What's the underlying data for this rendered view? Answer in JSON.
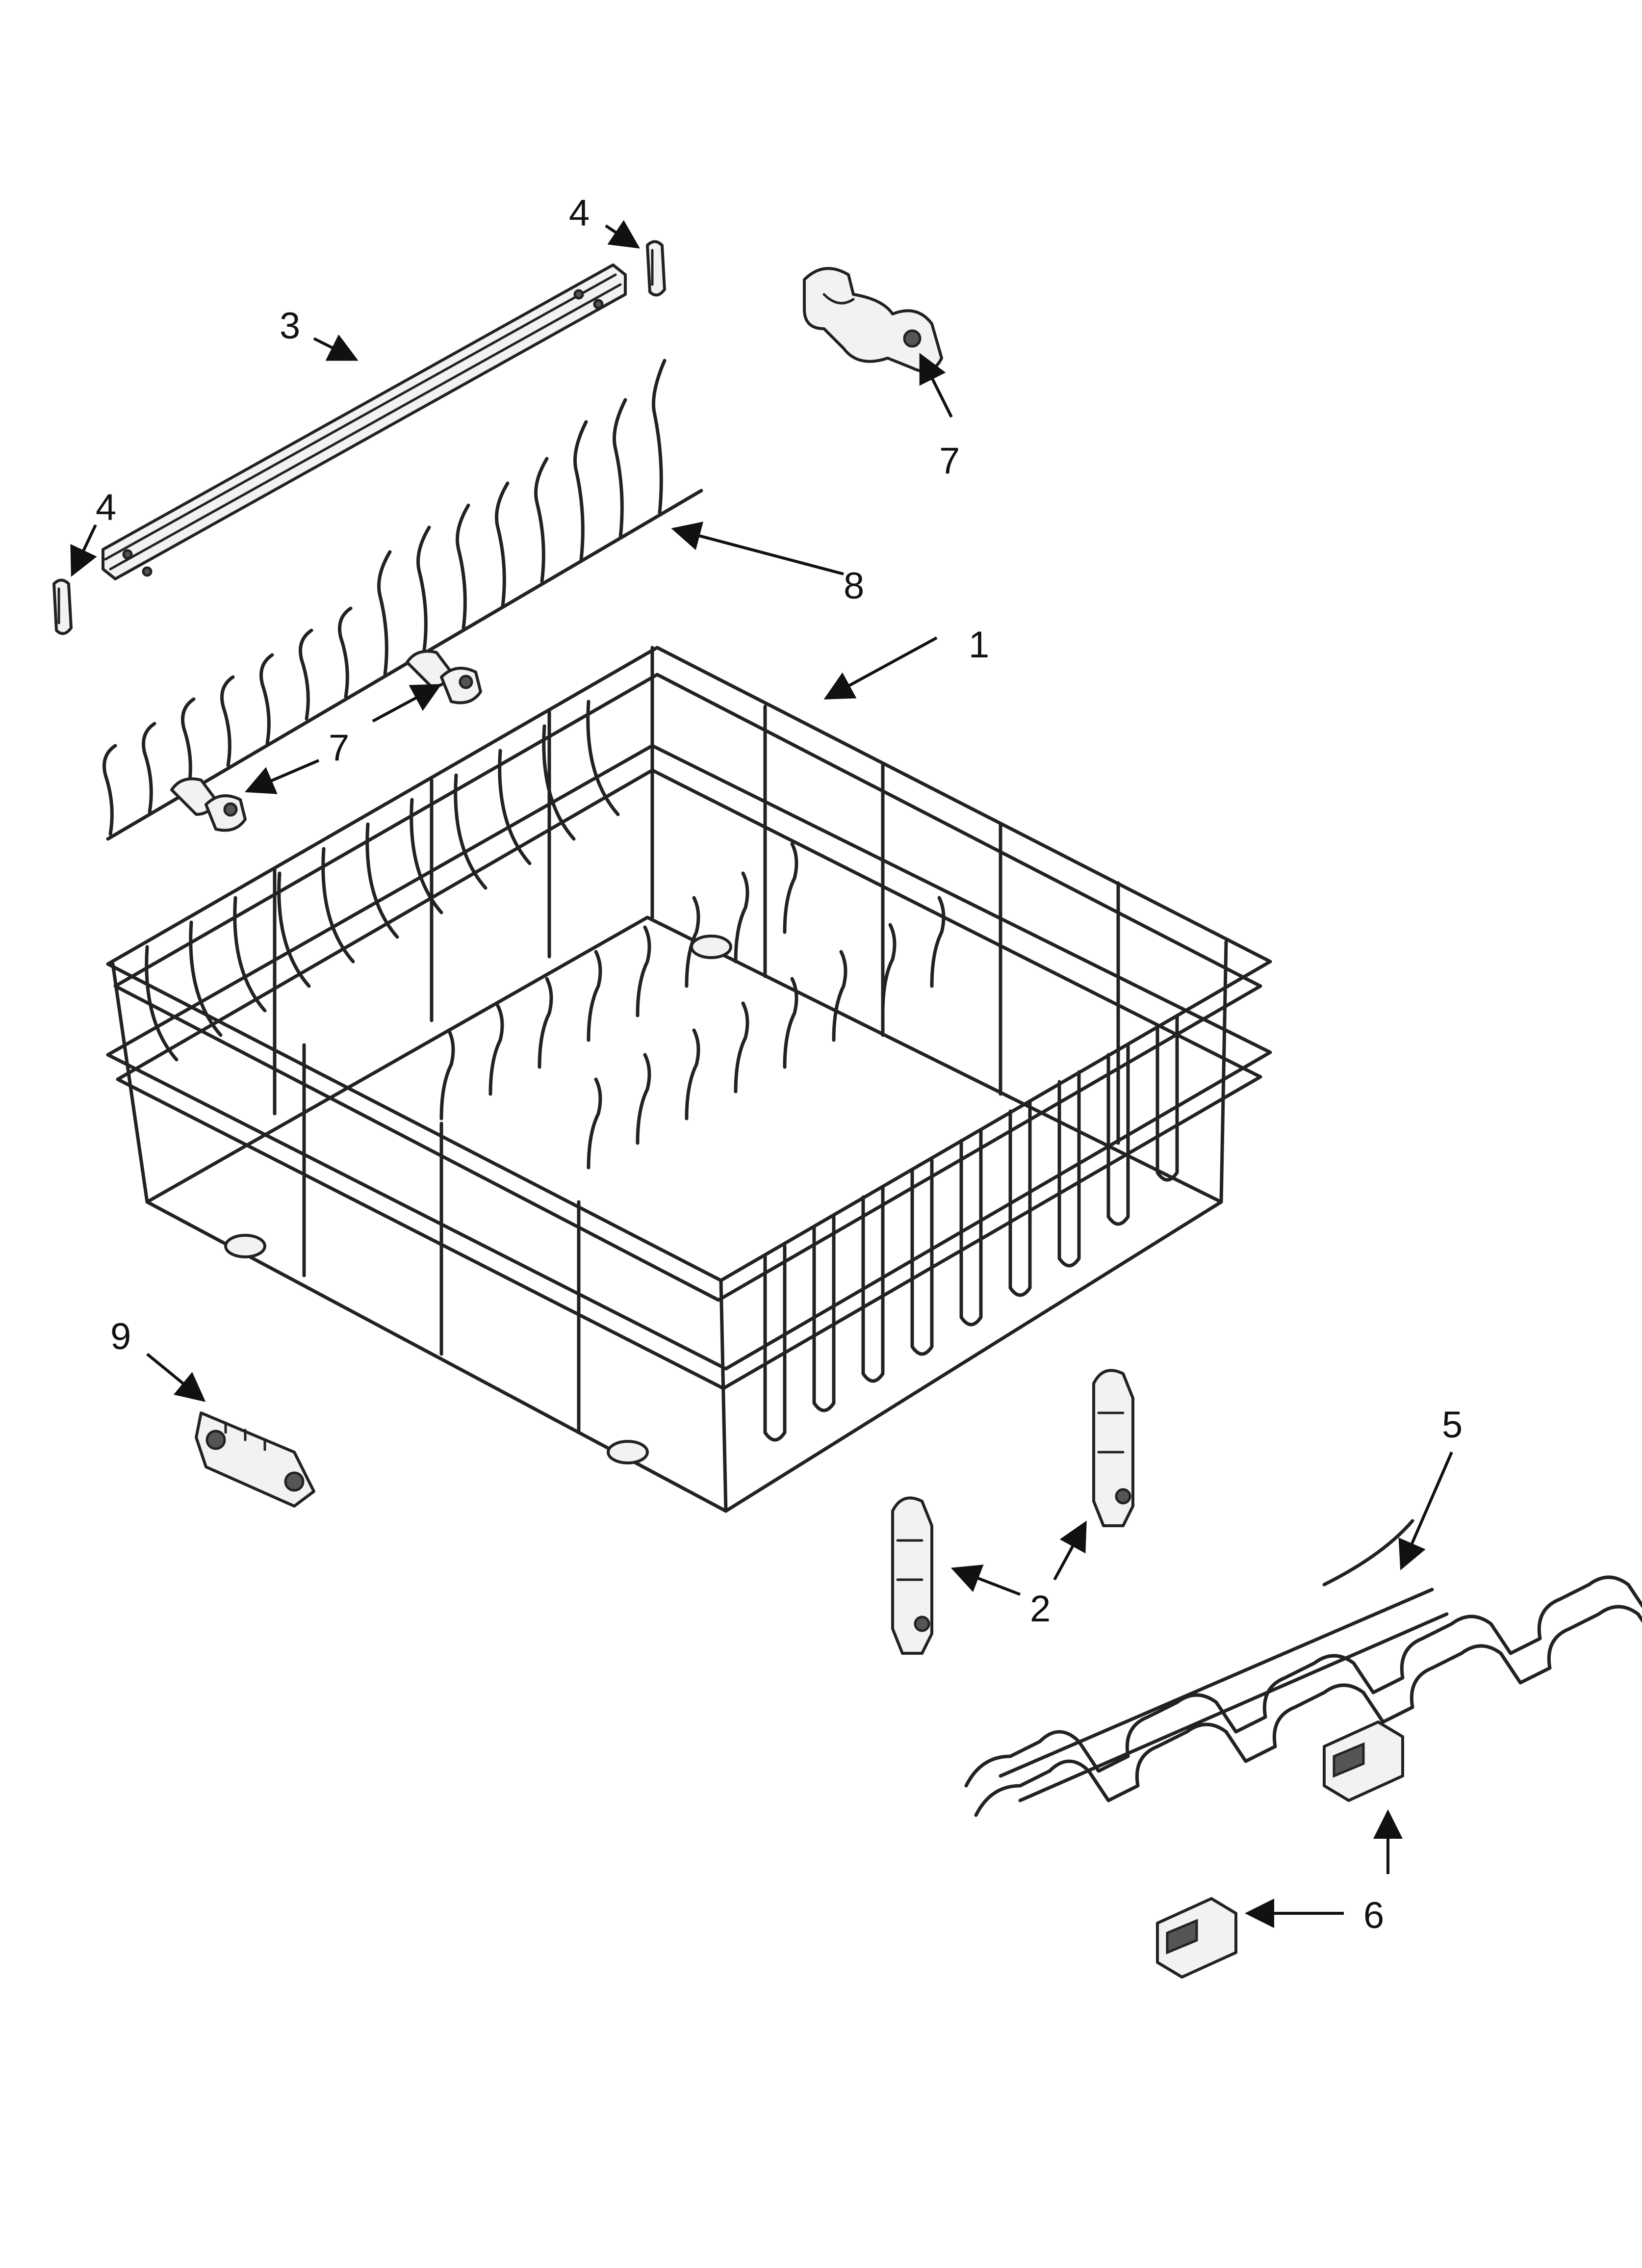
{
  "callouts": {
    "rack": "1",
    "adjuster_front": "2",
    "track_rail": "3",
    "end_cap_top": "4",
    "end_cap_left": "4",
    "spoon_rack": "5",
    "spoon_rack_clips": "6",
    "tine_clip_top": "7",
    "tine_clip_mid": "7",
    "tine_row": "8",
    "rack_bumper": "9"
  }
}
